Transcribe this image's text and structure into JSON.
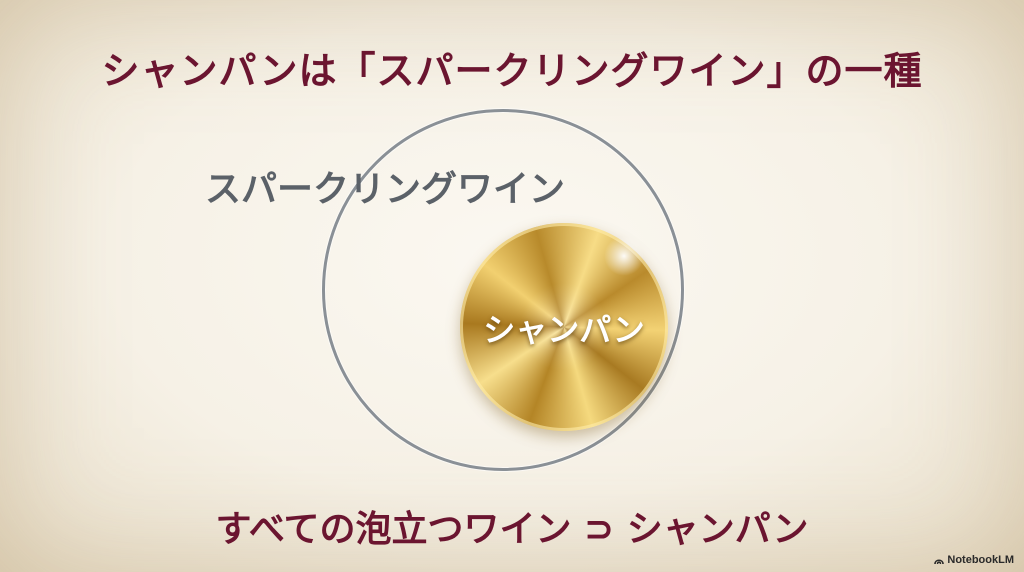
{
  "title": "シャンパンは「スパークリングワイン」の一種",
  "diagram": {
    "outer_label": "スパークリングワイン",
    "inner_label": "シャンパン"
  },
  "subtitle": "すべての泡立つワイン ⊃ シャンパン",
  "watermark": {
    "text": "NotebookLM",
    "icon": "notebooklm-logo-icon"
  },
  "colors": {
    "title": "#6b1530",
    "outer_label": "#5b6168",
    "circle_stroke": "#8a9096",
    "gold": "#c9a03c"
  }
}
